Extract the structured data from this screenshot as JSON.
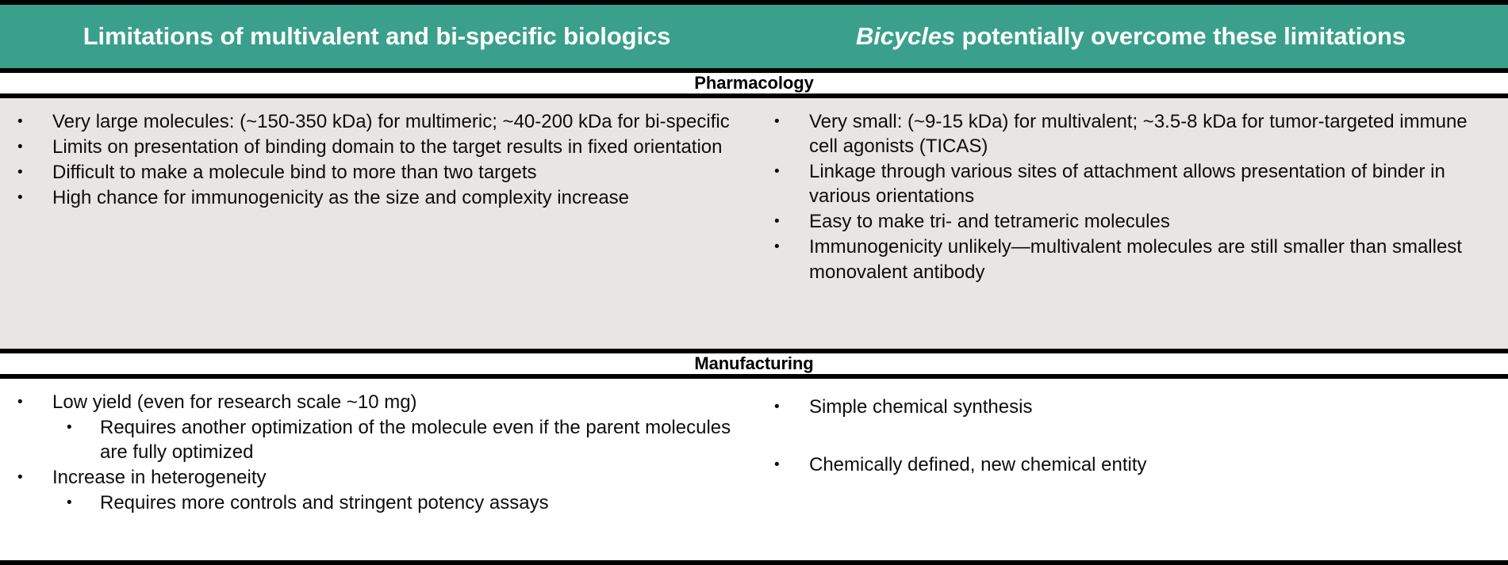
{
  "colors": {
    "header_band": "#3aa08b",
    "header_text": "#ffffff",
    "row_shaded": "#e8e6e5",
    "row_plain": "#ffffff",
    "rule": "#000000",
    "body_text": "#0d0d0d"
  },
  "header": {
    "left_title": "Limitations of multivalent and bi-specific biologics",
    "right_title_emphasis": "Bicycles",
    "right_title_rest": " potentially overcome these limitations"
  },
  "sections": [
    {
      "id": "pharmacology",
      "label": "Pharmacology",
      "shaded": true,
      "left": [
        {
          "level": 1,
          "marker": "•",
          "text": "Very large molecules: (~150-350 kDa) for multimeric; ~40-200 kDa for bi-specific"
        },
        {
          "level": 1,
          "marker": "•",
          "text": "Limits on presentation of binding domain to the target results in fixed orientation"
        },
        {
          "level": 1,
          "marker": "•",
          "text": "Difficult to make a molecule bind to more than two targets"
        },
        {
          "level": 1,
          "marker": "•",
          "text": "High chance for immunogenicity as the size and complexity increase"
        }
      ],
      "right": [
        {
          "level": 1,
          "marker": "•",
          "text": "Very small: (~9-15 kDa) for multivalent; ~3.5-8 kDa for tumor-targeted immune cell agonists (TICAS)"
        },
        {
          "level": 1,
          "marker": "•",
          "text": "Linkage through various sites of attachment allows presentation of binder in various orientations"
        },
        {
          "level": 1,
          "marker": "•",
          "text": "Easy to make tri- and tetrameric molecules"
        },
        {
          "level": 1,
          "marker": "•",
          "text": "Immunogenicity unlikely—multivalent molecules are still smaller than smallest monovalent antibody"
        }
      ]
    },
    {
      "id": "manufacturing",
      "label": "Manufacturing",
      "shaded": false,
      "left": [
        {
          "level": 1,
          "marker": "•",
          "text": "Low yield (even for research scale ~10 mg)"
        },
        {
          "level": 2,
          "marker": "•",
          "text": "Requires another optimization of the molecule even if the parent molecules are fully optimized"
        },
        {
          "level": 1,
          "marker": "•",
          "text": "Increase in heterogeneity"
        },
        {
          "level": 2,
          "marker": "•",
          "text": "Requires more controls and stringent potency assays"
        }
      ],
      "right": [
        {
          "level": 1,
          "marker": "•",
          "text": "Simple chemical synthesis",
          "gap_after": true
        },
        {
          "level": 1,
          "marker": "•",
          "text": "Chemically defined, new chemical entity"
        }
      ]
    }
  ]
}
